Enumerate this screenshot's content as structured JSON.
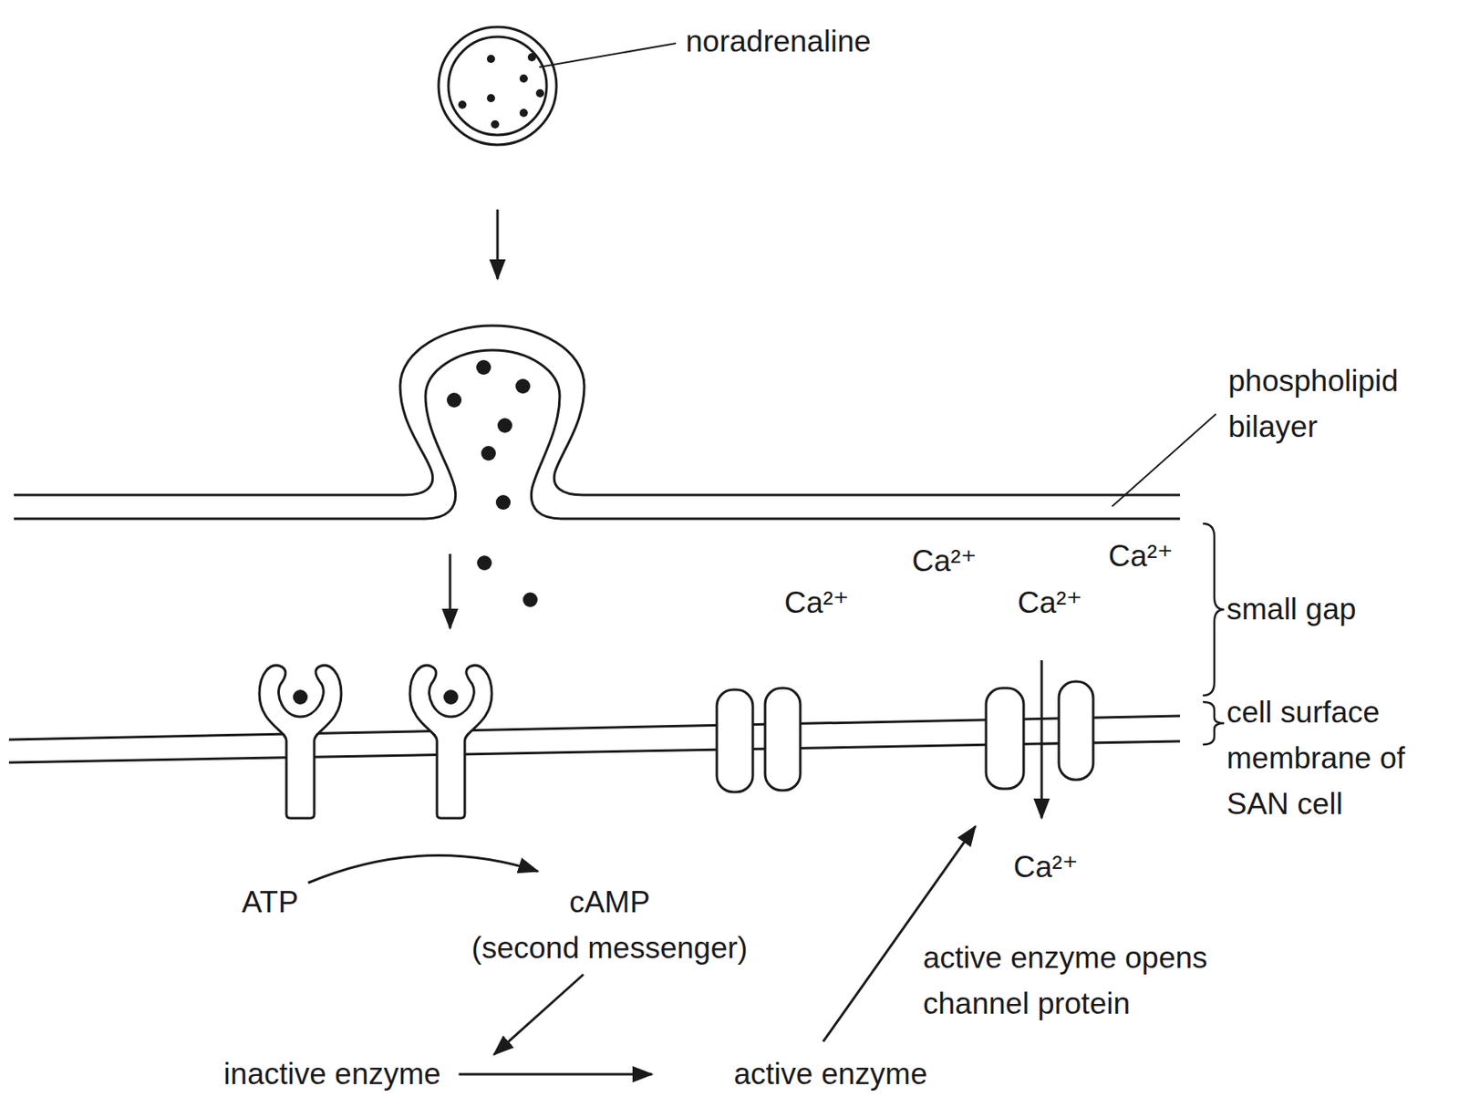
{
  "diagram": {
    "nodes": [
      {
        "text": [
          "ATP"
        ]
      },
      {
        "text": [
          "cAMP",
          "(second messenger)"
        ]
      },
      {
        "text": [
          "inactive enzyme"
        ]
      },
      {
        "text": [
          "active enzyme"
        ]
      }
    ],
    "edges": [
      {
        "from": 0,
        "to": 1,
        "arrow": "to"
      },
      {
        "from": 1,
        "to": 2,
        "arrow": "to"
      },
      {
        "from": 2,
        "to": 3,
        "arrow": "to"
      }
    ],
    "labels": [
      "noradrenaline",
      "phospholipid bilayer",
      "Ca²⁺",
      "Ca²⁺",
      "Ca²⁺",
      "Ca²⁺",
      "small gap",
      "cell surface membrane of SAN cell",
      "Ca²⁺",
      "active enzyme opens channel protein"
    ]
  }
}
